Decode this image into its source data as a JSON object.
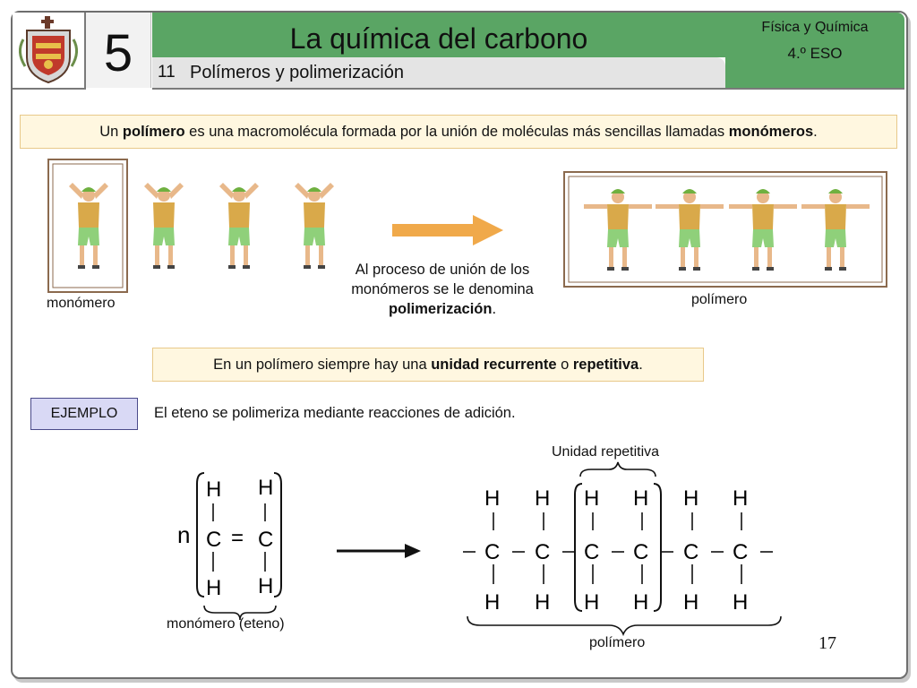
{
  "header": {
    "chapter_number": "5",
    "title": "La química del carbono",
    "section_number": "11",
    "section_title": "Polímeros y polimerización",
    "subject": "Física y Química",
    "course": "4.º ESO"
  },
  "definition": {
    "t1": "Un ",
    "b1": "polímero",
    "t2": " es una macromolécula formada por la unión de moléculas más sencillas llamadas ",
    "b2": "monómeros",
    "t3": "."
  },
  "figure": {
    "monomer_label": "monómero",
    "polymer_label": "polímero",
    "process_t1": "Al proceso de unión de los monómeros se le denomina ",
    "process_b1": "polimerización",
    "process_t2": "."
  },
  "recurrent": {
    "t1": "En un polímero siempre hay una ",
    "b1": "unidad recurrente",
    "t2": " o ",
    "b2": "repetitiva",
    "t3": "."
  },
  "example": {
    "badge": "EJEMPLO",
    "text": "El eteno se polimeriza mediante reacciones de adición."
  },
  "reaction": {
    "n": "n",
    "H": "H",
    "C": "C",
    "double_bond": "=",
    "monomer_caption": "monómero (eteno)",
    "repeat_unit_caption": "Unidad repetitiva",
    "polymer_caption": "polímero"
  },
  "page_number": "17",
  "colors": {
    "header_green": "#5aa564",
    "box_fill": "#fff7e0",
    "badge_fill": "#d9d9f5",
    "shirt": "#d9a94a",
    "shorts": "#8fd07a",
    "frame_brown": "#8b6a4e"
  }
}
